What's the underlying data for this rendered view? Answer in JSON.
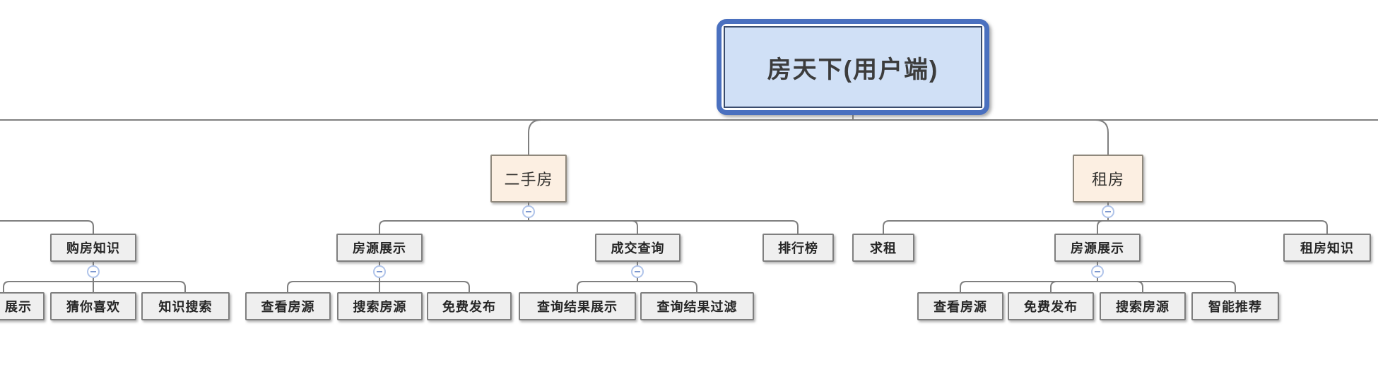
{
  "app": {
    "kind": "mind-map-org-chart",
    "canvas_background": "#ffffff"
  },
  "colors": {
    "root_fill": "#d0e0f6",
    "root_outer_border": "#4a70bf",
    "root_inner_border": "#3a4c6d",
    "branch_fill": "#fcefe2",
    "branch_border": "#8f887c",
    "topic_fill": "#efefef",
    "topic_border": "#7f7f7f",
    "connector": "#7f7f7f",
    "collapse_ring": "#b0c4ea",
    "collapse_minus": "#7e99d0",
    "text": "#262626"
  },
  "icons": {
    "collapse": "minus-in-circle"
  },
  "tree": {
    "root": {
      "label": "房天下(用户端)"
    },
    "orphan_left": {
      "label": "购房知识",
      "children": [
        "展示",
        "猜你喜欢",
        "知识搜索"
      ]
    },
    "branches": [
      {
        "label": "二手房",
        "children": [
          {
            "label": "房源展示",
            "children": [
              "查看房源",
              "搜索房源",
              "免费发布"
            ]
          },
          {
            "label": "成交查询",
            "children": [
              "查询结果展示",
              "查询结果过滤"
            ]
          },
          {
            "label": "排行榜",
            "children": []
          }
        ]
      },
      {
        "label": "租房",
        "children": [
          {
            "label": "求租",
            "children": []
          },
          {
            "label": "房源展示",
            "children": [
              "查看房源",
              "免费发布",
              "搜索房源",
              "智能推荐"
            ]
          },
          {
            "label": "租房知识",
            "children": []
          }
        ]
      }
    ]
  }
}
